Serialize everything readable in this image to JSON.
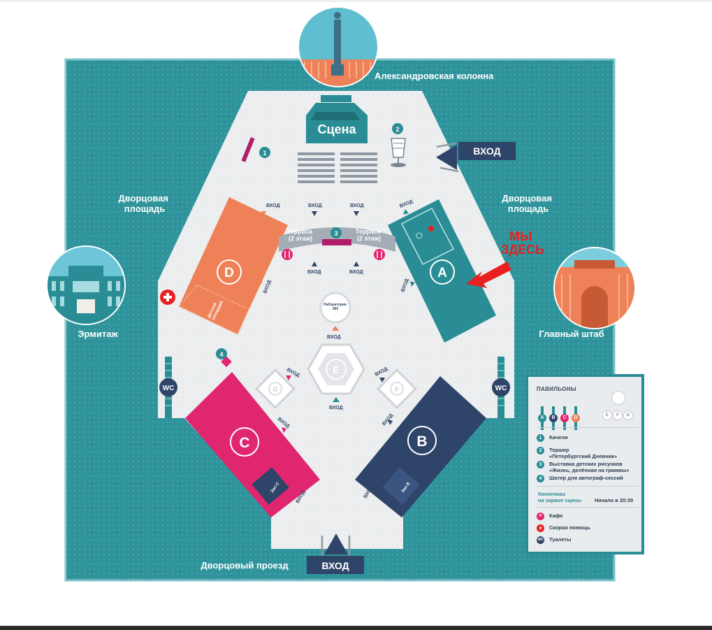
{
  "labels": {
    "column": "Александровская колонна",
    "stage": "Сцена",
    "palace_square_left": "Дворцовая\nплощадь",
    "palace_square_right": "Дворцовая\nплощадь",
    "hermitage": "Эрмитаж",
    "general_staff": "Главный штаб",
    "passage": "Дворцовый проезд",
    "we_are_here": "МЫ\nЗДЕСЬ",
    "terrace_left": "Терраса\n(2 этаж)",
    "terrace_right": "Терраса\n(2 этаж)",
    "kids_area": "Детская\nплощадка",
    "lab": "Лаборатория\n360",
    "hall_c": "Зал C",
    "hall_b": "Зал B",
    "wc": "WC"
  },
  "entrances": {
    "main_right": "ВХОД",
    "main_bottom": "ВХОД",
    "small": "ВХОД"
  },
  "markers": [
    "1",
    "2",
    "3",
    "4"
  ],
  "pavilions": [
    {
      "id": "A",
      "color": "#2a8d95"
    },
    {
      "id": "B",
      "color": "#2f4469"
    },
    {
      "id": "C",
      "color": "#e0266f"
    },
    {
      "id": "D",
      "color": "#ee8157"
    },
    {
      "id": "E",
      "color": "#cfcfd4"
    },
    {
      "id": "F",
      "color": "#cfcfd4"
    },
    {
      "id": "G",
      "color": "#cfcfd4"
    }
  ],
  "legend": {
    "title": "ПАВИЛЬОНЫ",
    "items": [
      {
        "num": "1",
        "text": "Качели"
      },
      {
        "num": "2",
        "text": "Торшер\n«Петербургский Дневник»"
      },
      {
        "num": "3",
        "text": "Выставка детских рисунков\n«Жизнь, делённая на граммы»"
      },
      {
        "num": "4",
        "text": "Шатер для автограф-сессий"
      }
    ],
    "cinema": "Кинопоказ\nна экране сцены",
    "cinema_start": "Начало в 20:30",
    "services": [
      {
        "icon": "cafe-icon",
        "text": "Кафе"
      },
      {
        "icon": "first-aid-icon",
        "text": "Скорая помощь"
      },
      {
        "icon": "wc-icon",
        "text": "Туалеты"
      }
    ]
  },
  "colors": {
    "teal": "#2a8d95",
    "navy": "#2f4469",
    "pink": "#e0266f",
    "orange": "#ee8157",
    "ground": "#eceeef",
    "red": "#e8201f"
  }
}
